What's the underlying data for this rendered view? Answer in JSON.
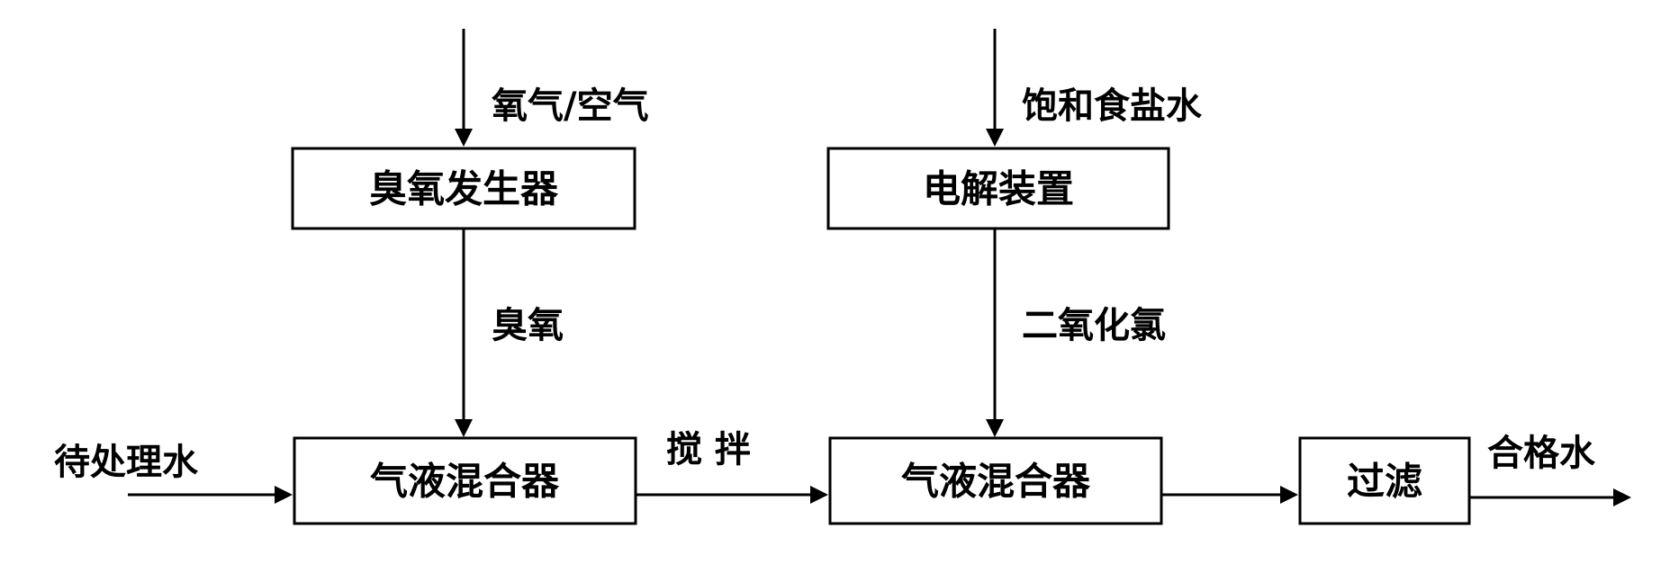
{
  "nodes": {
    "ozone_generator": "臭氧发生器",
    "electrolysis_device": "电解装置",
    "mixer_1": "气液混合器",
    "mixer_2": "气液混合器",
    "filter": "过滤"
  },
  "edge_labels": {
    "oxygen_air": "氧气/空气",
    "saturated_brine": "饱和食盐水",
    "ozone": "臭氧",
    "chlorine_dioxide": "二氧化氯",
    "raw_water": "待处理水",
    "stirring": "搅 拌",
    "qualified_water": "合格水"
  }
}
